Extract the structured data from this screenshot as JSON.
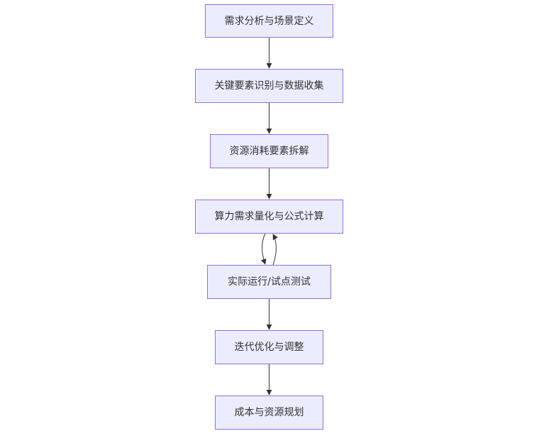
{
  "flowchart": {
    "nodes": [
      {
        "id": "n1",
        "label": "需求分析与场景定义"
      },
      {
        "id": "n2",
        "label": "关键要素识别与数据收集"
      },
      {
        "id": "n3",
        "label": "资源消耗要素拆解"
      },
      {
        "id": "n4",
        "label": "算力需求量化与公式计算"
      },
      {
        "id": "n5",
        "label": "实际运行/试点测试"
      },
      {
        "id": "n6",
        "label": "迭代优化与调整"
      },
      {
        "id": "n7",
        "label": "成本与资源规划"
      }
    ],
    "edges": [
      {
        "from": "n1",
        "to": "n2"
      },
      {
        "from": "n2",
        "to": "n3"
      },
      {
        "from": "n3",
        "to": "n4"
      },
      {
        "from": "n4",
        "to": "n5"
      },
      {
        "from": "n5",
        "to": "n4"
      },
      {
        "from": "n5",
        "to": "n6"
      },
      {
        "from": "n6",
        "to": "n7"
      }
    ],
    "colors": {
      "node_fill": "#ECECFF",
      "node_border": "#9370DB",
      "edge": "#333333",
      "text": "#333333"
    }
  }
}
